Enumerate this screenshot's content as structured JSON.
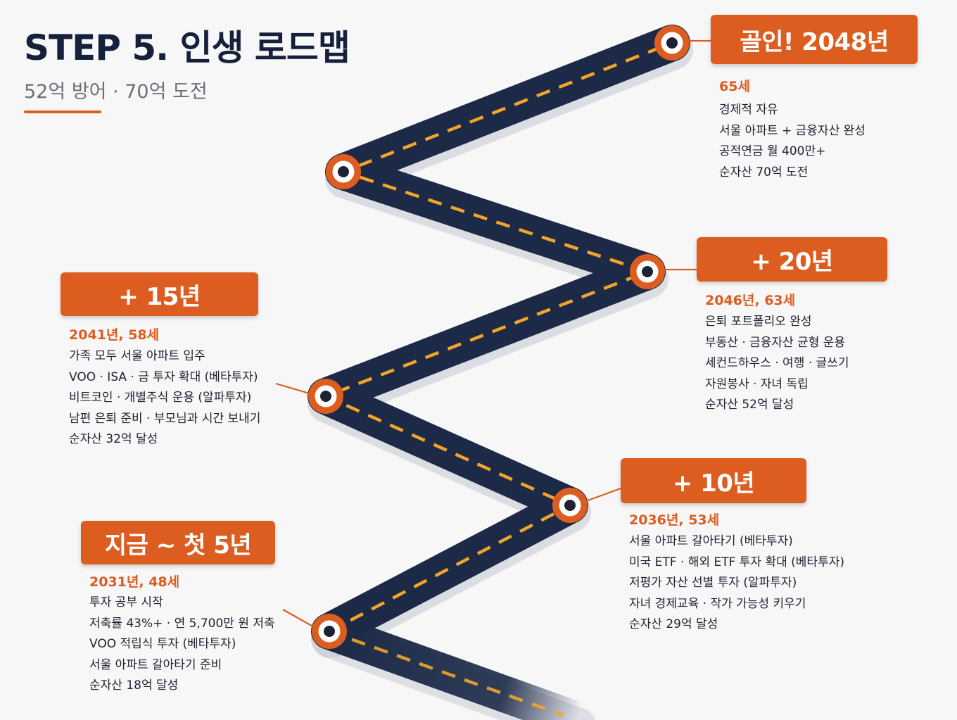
{
  "header": {
    "title": "STEP 5. 인생 로드맵",
    "subtitle": "52억 방어 · 70억 도전"
  },
  "colors": {
    "accent": "#dc5d1f",
    "road": "#1c2a48",
    "road_dash": "#f3a52a",
    "title": "#15213a"
  },
  "milestones": [
    {
      "label": "지금 ~ 첫 5년",
      "date": "2031년, 48세",
      "items": [
        "투자 공부 시작",
        "저축률 43%+ · 연 5,700만 원 저축",
        "VOO 적립식 투자 (베타투자)",
        "서울 아파트 갈아타기 준비",
        "순자산 18억 달성"
      ]
    },
    {
      "label": "+ 10년",
      "date": "2036년, 53세",
      "items": [
        "서울 아파트 갈아타기 (베타투자)",
        "미국 ETF · 해외 ETF 투자 확대 (베타투자)",
        "저평가 자산 선별 투자 (알파투자)",
        "자녀 경제교육 · 작가 가능성 키우기",
        "순자산 29억 달성"
      ]
    },
    {
      "label": "+ 15년",
      "date": "2041년, 58세",
      "items": [
        "가족 모두 서울 아파트 입주",
        "VOO · ISA · 금 투자 확대 (베타투자)",
        "비트코인 · 개별주식 운용 (알파투자)",
        "남편 은퇴 준비 · 부모님과 시간 보내기",
        "순자산 32억 달성"
      ]
    },
    {
      "label": "+ 20년",
      "date": "2046년, 63세",
      "items": [
        "은퇴 포트폴리오 완성",
        "부동산 · 금융자산 균형 운용",
        "세컨드하우스 · 여행 · 글쓰기",
        "자원봉사 · 자녀 독립",
        "순자산 52억 달성"
      ]
    },
    {
      "label": "골인! 2048년",
      "date": "65세",
      "items": [
        "경제적 자유",
        "서울 아파트 + 금융자산 완성",
        "공적연금 월 400만+",
        "순자산 70억 도전"
      ]
    }
  ]
}
